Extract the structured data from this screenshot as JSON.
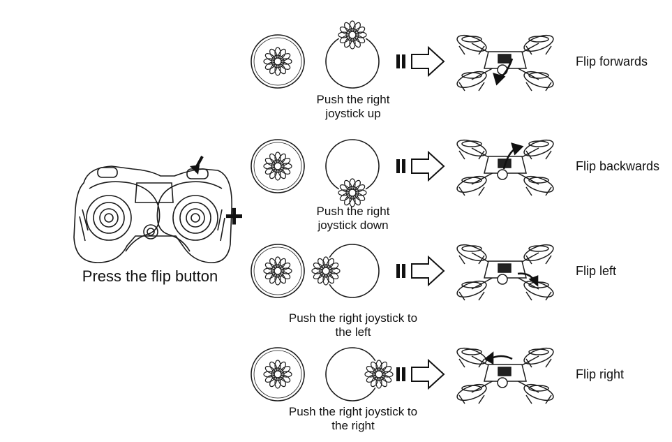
{
  "controller": {
    "press_label": "Press the flip button",
    "plus_sign": "+"
  },
  "rows": [
    {
      "instruction": "Push the right joystick up",
      "direction": "up",
      "result": "Flip forwards",
      "arrow_symbol": "II⇨"
    },
    {
      "instruction": "Push the right joystick down",
      "direction": "down",
      "result": "Flip backwards",
      "arrow_symbol": "II⇨"
    },
    {
      "instruction": "Push the right joystick to the left",
      "direction": "left",
      "result": "Flip left",
      "arrow_symbol": "II⇨"
    },
    {
      "instruction": "Push the right joystick to the right",
      "direction": "right",
      "result": "Flip right",
      "arrow_symbol": "II⇨"
    }
  ],
  "colors": {
    "line": "#1a1a1a",
    "background": "#ffffff"
  }
}
